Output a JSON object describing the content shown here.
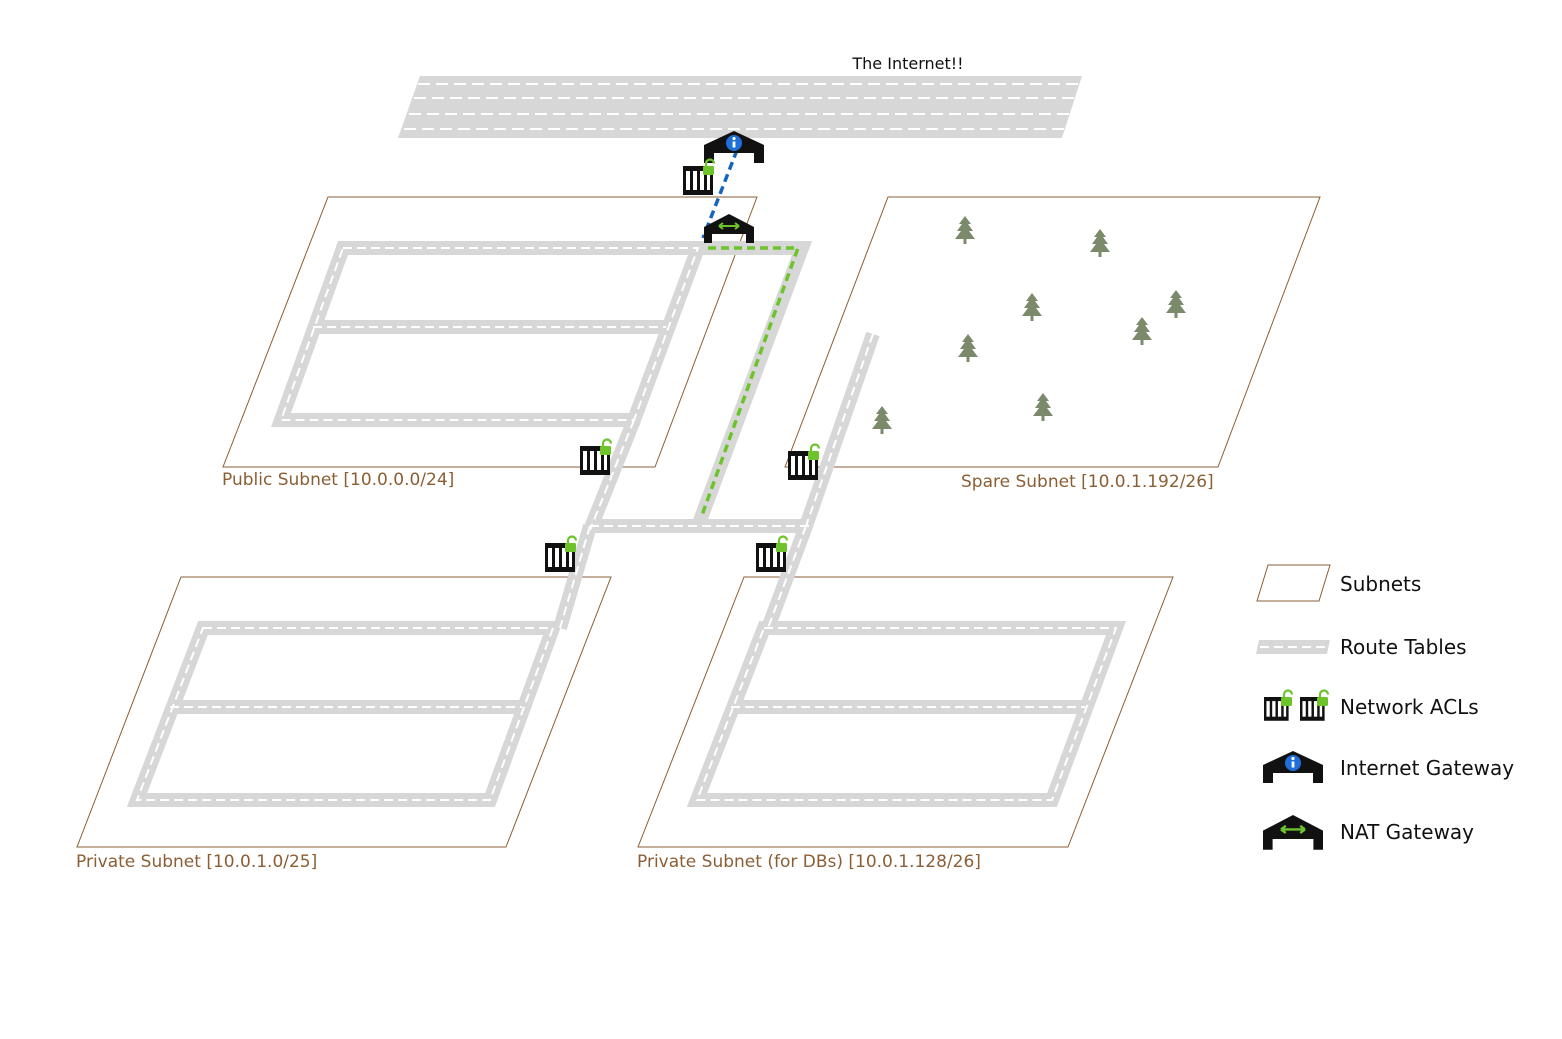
{
  "title": "The Internet!!",
  "subnets": {
    "public": "Public Subnet [10.0.0.0/24]",
    "spare": "Spare Subnet [10.0.1.192/26]",
    "private": "Private Subnet [10.0.1.0/25]",
    "db": "Private Subnet (for DBs) [10.0.1.128/26]"
  },
  "legend": {
    "subnets": "Subnets",
    "route_tables": "Route Tables",
    "network_acls": "Network ACLs",
    "internet_gateway": "Internet Gateway",
    "nat_gateway": "NAT Gateway"
  },
  "colors": {
    "subnet_outline": "#8b5e34",
    "subnet_label": "#8b5e34",
    "road": "#d7d7d7",
    "road_dash": "#ffffff",
    "igw_path": "#1565c0",
    "nat_path": "#6cc42a",
    "lock": "#6cc42a",
    "tree": "#7a8a6a",
    "icon": "#111111"
  },
  "icons": {
    "acl": "network-acl-icon",
    "lock": "unlocked-padlock-icon",
    "igw": "internet-gateway-icon",
    "nat": "nat-gateway-icon",
    "tree": "pine-tree-icon"
  }
}
